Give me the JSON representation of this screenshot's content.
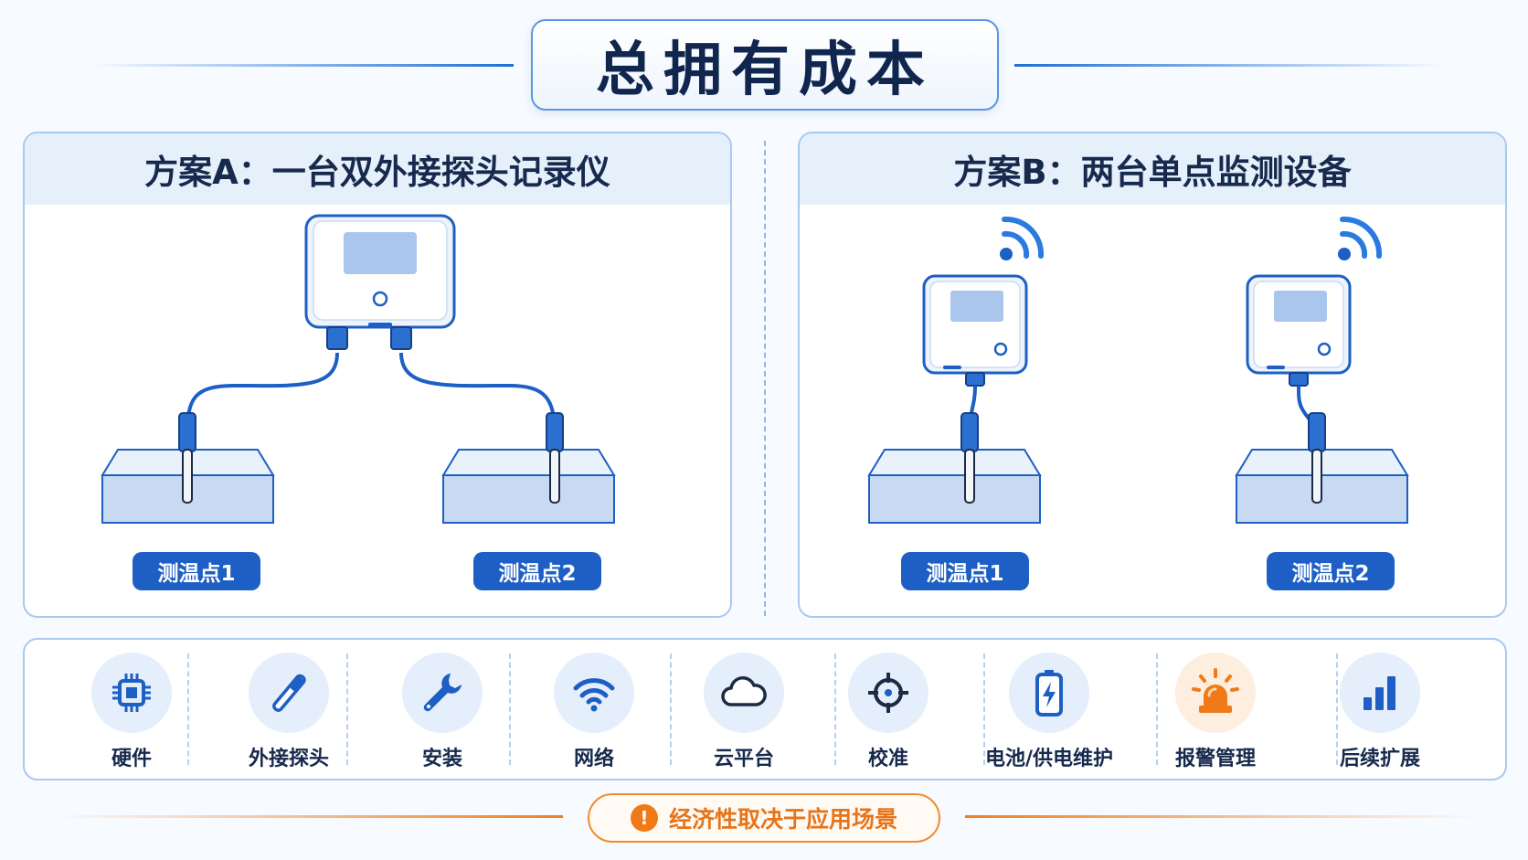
{
  "title": "总拥有成本",
  "scheme_a": {
    "title": "方案A：一台双外接探头记录仪",
    "points": [
      "测温点1",
      "测温点2"
    ]
  },
  "scheme_b": {
    "title": "方案B：两台单点监测设备",
    "points": [
      "测温点1",
      "测温点2"
    ]
  },
  "cost_items": [
    {
      "label": "硬件",
      "icon": "chip-icon"
    },
    {
      "label": "外接探头",
      "icon": "probe-icon"
    },
    {
      "label": "安装",
      "icon": "wrench-icon"
    },
    {
      "label": "网络",
      "icon": "wifi-icon"
    },
    {
      "label": "云平台",
      "icon": "cloud-icon"
    },
    {
      "label": "校准",
      "icon": "crosshair-icon"
    },
    {
      "label": "电池/供电维护",
      "icon": "battery-icon"
    },
    {
      "label": "报警管理",
      "icon": "alarm-light-icon"
    },
    {
      "label": "后续扩展",
      "icon": "bar-chart-icon"
    }
  ],
  "footer": {
    "text": "经济性取决于应用场景",
    "icon": "exclamation-icon"
  },
  "colors": {
    "primary": "#1d5fc4",
    "title_text": "#10264f",
    "accent_orange": "#f08020",
    "panel_header": "#e6f0fb"
  }
}
